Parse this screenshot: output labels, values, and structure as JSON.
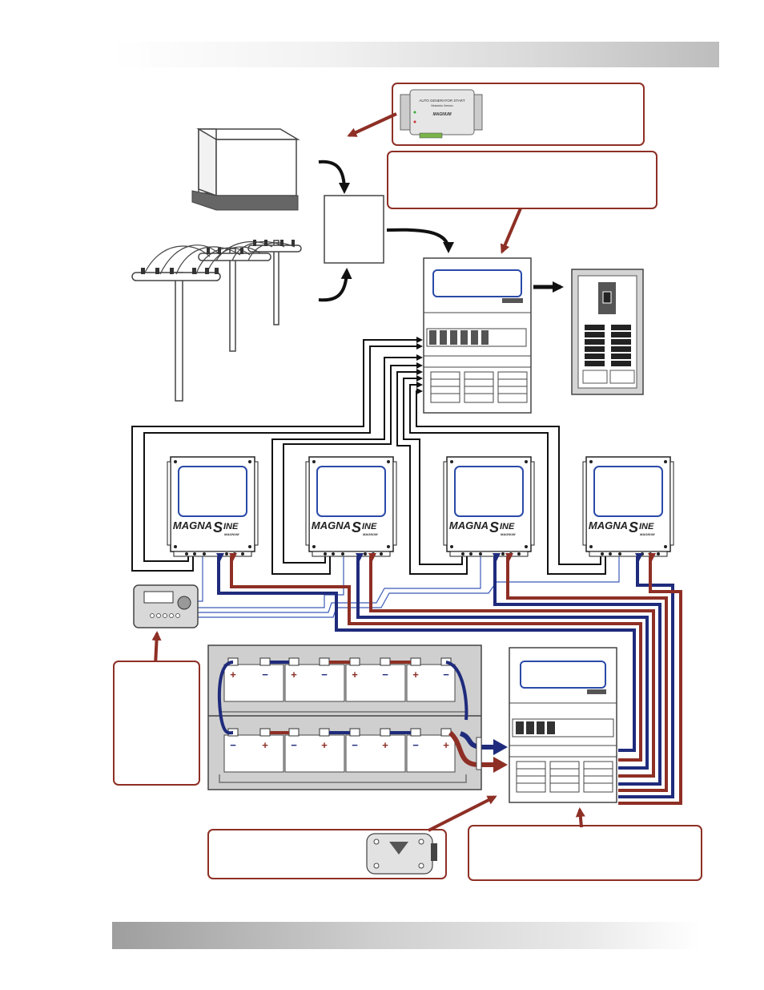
{
  "brand": {
    "name_part1": "MAGNA",
    "name_part2": "INE",
    "name_initial": "S",
    "subtitle": "MAGNUM"
  },
  "ags_module": {
    "title": "AUTO GENERATOR START",
    "subtitle": "Networks Version",
    "logo": "MAGNUM"
  },
  "battery_terminals": {
    "positive": "+",
    "negative": "−"
  },
  "colors": {
    "positive_cable": "#8e2f25",
    "negative_cable": "#1f2b7c",
    "callout_border": "#8e2f25",
    "screen_outline": "#2a4aa8",
    "battery_bay": "#cfcfcf"
  }
}
